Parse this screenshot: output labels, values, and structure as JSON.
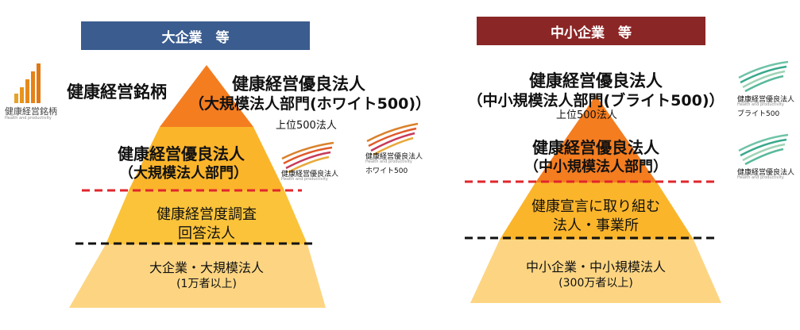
{
  "left": {
    "header": "大企業　等",
    "header_color": "#3a5c8f",
    "top_label": "健康経営銘柄",
    "brand_logo_text": "健康経営銘柄",
    "brand_logo_sub": "Health and productivity",
    "white500_title": "健康経営優良法人",
    "white500_sub": "（大規模法人部門(ホワイト500)）",
    "top500_note": "上位500法人",
    "mid_title": "健康経営優良法人",
    "mid_sub": "（大規模法人部門）",
    "mid_logo_text": "健康経営優良法人",
    "mid_logo_sub": "Health and productivity",
    "white_logo_text": "健康経営優良法人",
    "white_logo_sub": "Health and productivity",
    "white_logo_badge": "ホワイト500",
    "survey_line1": "健康経営度調査",
    "survey_line2": "回答法人",
    "base_line1": "大企業・大規模法人",
    "base_line2": "(1万者以上)"
  },
  "right": {
    "header": "中小企業　等",
    "header_color": "#8b2626",
    "bright_title": "健康経営優良法人",
    "bright_sub": "（中小規模法人部門(ブライト500)）",
    "top500_note": "上位500法人",
    "bright_logo_text": "健康経営優良法人",
    "bright_logo_sub": "Health and productivity",
    "bright_logo_badge": "ブライト500",
    "mid_title": "健康経営優良法人",
    "mid_sub": "（中小規模法人部門）",
    "mid_logo_text": "健康経営優良法人",
    "mid_logo_sub": "Health and productivity",
    "declare_line1": "健康宣言に取り組む",
    "declare_line2": "法人・事業所",
    "base_line1": "中小企業・中小規模法人",
    "base_line2": "(300万者以上)"
  },
  "colors": {
    "pyr_top": "#f47d20",
    "pyr_mid": "#fbbc3a",
    "pyr_low": "#fbc02d",
    "pyr_base": "#fdd582",
    "red_dash": "#e0262c",
    "black_dash": "#111111"
  }
}
